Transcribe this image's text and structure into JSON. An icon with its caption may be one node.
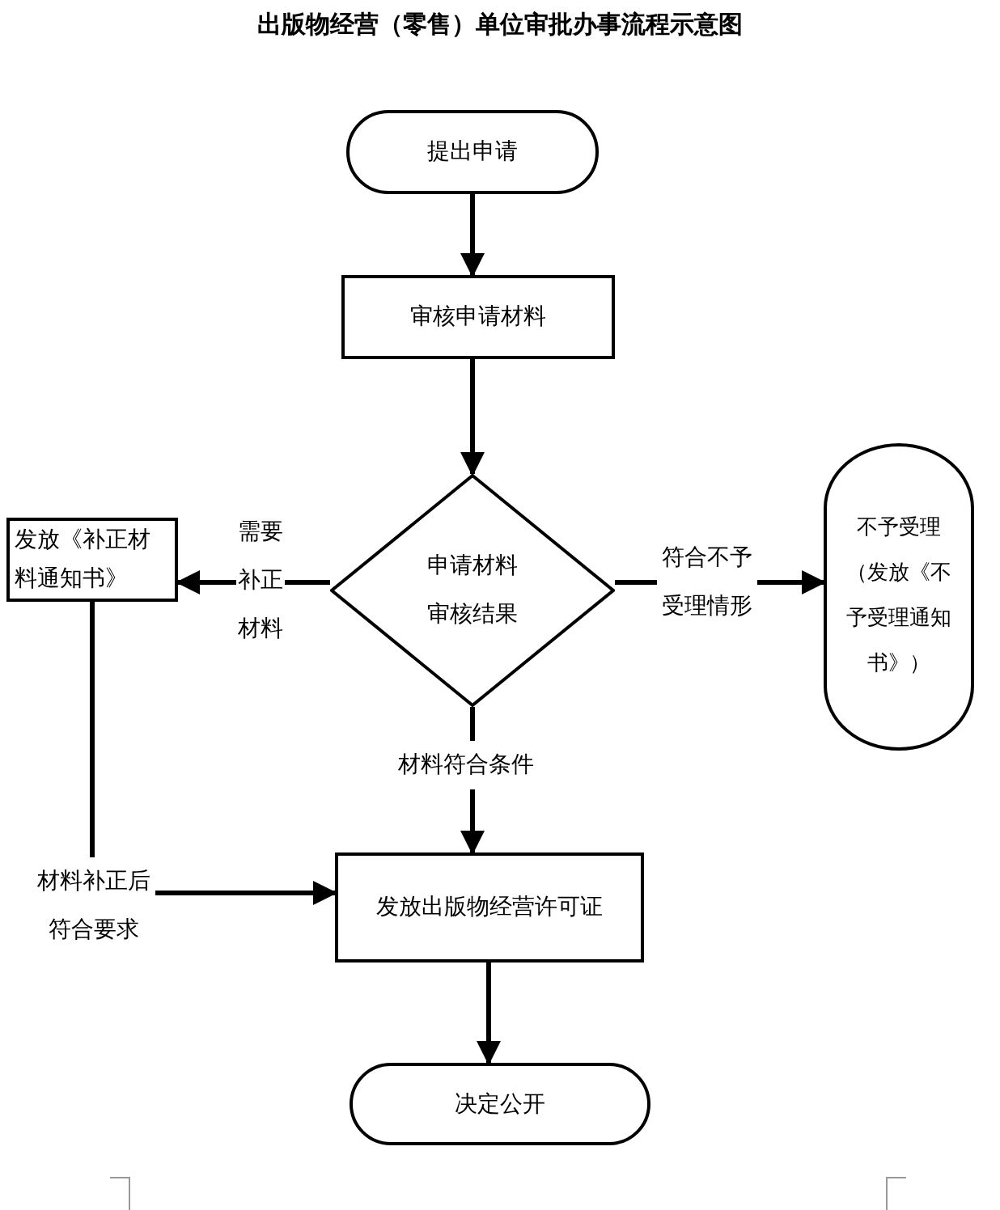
{
  "diagram": {
    "title": "出版物经营（零售）单位审批办事流程示意图",
    "nodes": [
      {
        "text": [
          "提出申请"
        ]
      },
      {
        "text": [
          "审核申请材料"
        ]
      },
      {
        "text": [
          "申请材料审核结果"
        ]
      },
      {
        "text": [
          "发放《补正材料通知书》"
        ]
      },
      {
        "text": [
          "不予受理（发放《不予受理通知书》）"
        ]
      },
      {
        "text": [
          "发放出版物经营许可证"
        ]
      },
      {
        "text": [
          "决定公开"
        ]
      }
    ],
    "edges": [
      {
        "from": 0,
        "to": 1,
        "arrow": "to"
      },
      {
        "from": 1,
        "to": 2,
        "arrow": "to"
      },
      {
        "from": 2,
        "to": 3,
        "arrow": "to",
        "label": "需要补正材料"
      },
      {
        "from": 2,
        "to": 4,
        "arrow": "to",
        "label": "符合不予受理情形"
      },
      {
        "from": 2,
        "to": 5,
        "arrow": "to",
        "label": "材料符合条件"
      },
      {
        "from": 3,
        "to": 5,
        "arrow": "to",
        "label": "材料补正后符合要求"
      },
      {
        "from": 5,
        "to": 6,
        "arrow": "to"
      }
    ]
  }
}
